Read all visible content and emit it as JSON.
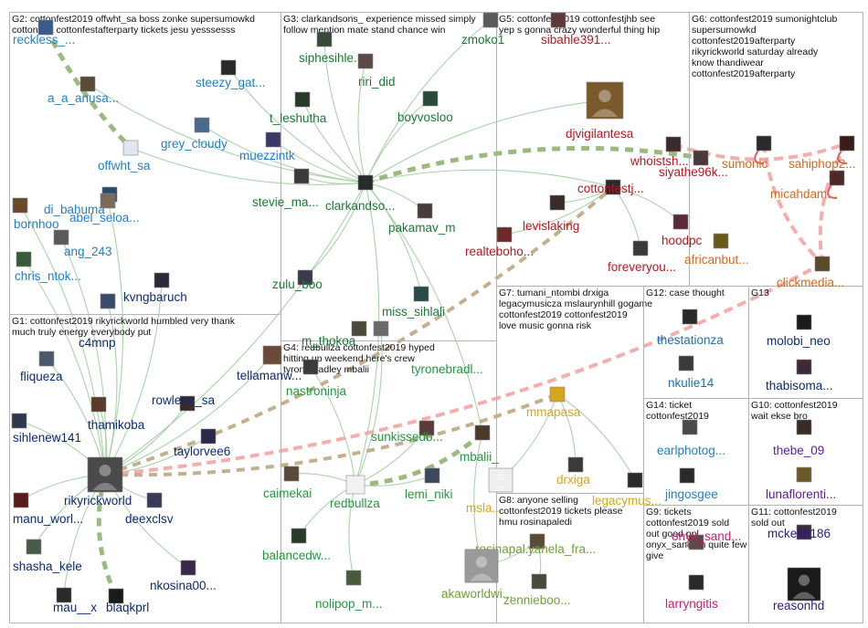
{
  "title": "",
  "palette": {
    "G1": "#0b2a78",
    "G2": "#1d7fcf",
    "G3": "#1a7a33",
    "G4": "#1f9a3a",
    "G5": "#c0141e",
    "G6": "#d9661c",
    "G7": "#d6a51c",
    "G8": "#6fa038",
    "G9": "#d11a6a",
    "G10": "#5a1aa6",
    "G11": "#2a1a8a",
    "G12": "#1f6fb0",
    "G13": "#0b2a78",
    "G14": "#1d7fcf",
    "edge_light": "#9fcf9f",
    "edge_heavy": "#8aae6a",
    "edge_tan": "#b7a27a",
    "edge_pink": "#f2a0a0",
    "edge_red": "#e06060"
  },
  "groups": [
    {
      "id": "G1",
      "caption": "G1: cottonfest2019 rikyrickworld humbled very thank much truly energy everybody put"
    },
    {
      "id": "G2",
      "caption": "G2: cottonfest2019 offwht_sa boss zonke supersumowkd cottonfest cottonfestafterparty tickets jesu yesssesss"
    },
    {
      "id": "G3",
      "caption": "G3: clarkandsons_ experience missed simply follow mention mate stand chance win"
    },
    {
      "id": "G4",
      "caption": "G4: redbullza cottonfest2019 hyped hitting up weekend here's crew tyronebradley mbalii"
    },
    {
      "id": "G5",
      "caption": "G5: cottonfest2019 cottonfestjhb see yep s gonna crazy wonderful thing hip"
    },
    {
      "id": "G6",
      "caption": "G6: cottonfest2019 sumonightclub supersumowkd cottonfest2019afterparty rikyrickworld saturday already know thandiwear cottonfest2019afterparty"
    },
    {
      "id": "G7",
      "caption": "G7: tumani_ntombi drxiga legacymusicza mslaurynhill gogame cottonfest2019 cottonfest2019 love music gonna risk"
    },
    {
      "id": "G8",
      "caption": "G8: anyone selling cottonfest2019 tickets please hmu rosinapaledi"
    },
    {
      "id": "G9",
      "caption": "G9: tickets cottonfest2019 sold out good ppl onyx_sandton quite few give"
    },
    {
      "id": "G10",
      "caption": "G10: cottonfest2019 wait ekse bro"
    },
    {
      "id": "G11",
      "caption": "G11: cottonfest2019 sold out"
    },
    {
      "id": "G12",
      "caption": "G12: case thought"
    },
    {
      "id": "G13",
      "caption": "G13"
    },
    {
      "id": "G14",
      "caption": "G14: ticket cottonfest2019"
    }
  ],
  "nodes": [
    {
      "id": "reckless",
      "label": "reckless_...",
      "group": "G2",
      "avatar": "#3a5a8a"
    },
    {
      "id": "a_a_anusa",
      "label": "a_a_anusa...",
      "group": "G2",
      "avatar": "#5a4a3a"
    },
    {
      "id": "steezy",
      "label": "steezy_gat...",
      "group": "G2",
      "avatar": "#2a2a2a"
    },
    {
      "id": "grey_cloudy",
      "label": "grey_cloudy",
      "group": "G2",
      "avatar": "#4a6a8a"
    },
    {
      "id": "offwht",
      "label": "offwht_sa",
      "group": "G2",
      "avatar": "#dfe8f0"
    },
    {
      "id": "muezzintk",
      "label": "muezzintk",
      "group": "G2",
      "avatar": "#3a3a6a"
    },
    {
      "id": "bornhoo",
      "label": "bornhoo",
      "group": "G2",
      "avatar": "#6a4a2a"
    },
    {
      "id": "di_bahuma",
      "label": "di_bahuma",
      "group": "G2",
      "avatar": "#2a4a6a"
    },
    {
      "id": "abel_seloa",
      "label": "abel_seloa...",
      "group": "G2",
      "avatar": "#7a6a5a"
    },
    {
      "id": "ang_243",
      "label": "ang_243",
      "group": "G2",
      "avatar": "#5a5a5a"
    },
    {
      "id": "chris_ntok",
      "label": "chris_ntok...",
      "group": "G2",
      "avatar": "#3a5a3a"
    },
    {
      "id": "kvngbaruch",
      "label": "kvngbaruch",
      "group": "G1",
      "avatar": "#2a2a3a"
    },
    {
      "id": "c4mnp",
      "label": "c4mnp",
      "group": "G1",
      "avatar": "#3a4a6a"
    },
    {
      "id": "fliqueza",
      "label": "fliqueza",
      "group": "G1",
      "avatar": "#4a5a6a"
    },
    {
      "id": "sihlenew141",
      "label": "sihlenew141",
      "group": "G1",
      "avatar": "#2a3a4a"
    },
    {
      "id": "thamikoba",
      "label": "thamikoba",
      "group": "G1",
      "avatar": "#5a3a2a"
    },
    {
      "id": "rowlene_sa",
      "label": "rowlene_sa",
      "group": "G1",
      "avatar": "#3a2a2a"
    },
    {
      "id": "tellamanw",
      "label": "tellamanw...",
      "group": "G1",
      "avatar": "#6a4a3a"
    },
    {
      "id": "taylorvee6",
      "label": "taylorvee6",
      "group": "G1",
      "avatar": "#2a2a4a"
    },
    {
      "id": "rikyrickworld",
      "label": "rikyrickworld",
      "group": "G1",
      "avatar": "#4a4a4a"
    },
    {
      "id": "manu_worl",
      "label": "manu_worl...",
      "group": "G1",
      "avatar": "#5a1a1a"
    },
    {
      "id": "deexclsv",
      "label": "deexclsv",
      "group": "G1",
      "avatar": "#3a3a5a"
    },
    {
      "id": "shasha_kele",
      "label": "shasha_kele",
      "group": "G1",
      "avatar": "#4a5a4a"
    },
    {
      "id": "nkosina00",
      "label": "nkosina00...",
      "group": "G1",
      "avatar": "#3a2a4a"
    },
    {
      "id": "mau_x",
      "label": "mau__x",
      "group": "G1",
      "avatar": "#2a2a2a"
    },
    {
      "id": "blaqkprl",
      "label": "blaqkprl",
      "group": "G1",
      "avatar": "#1a1a1a"
    },
    {
      "id": "siphesihle",
      "label": "siphesihle...",
      "group": "G3",
      "avatar": "#3a4a3a"
    },
    {
      "id": "riri_did",
      "label": "riri_did",
      "group": "G3",
      "avatar": "#5a4a4a"
    },
    {
      "id": "t_leshutha",
      "label": "t_leshutha",
      "group": "G3",
      "avatar": "#2a3a2a"
    },
    {
      "id": "boyvosloo",
      "label": "boyvosloo",
      "group": "G3",
      "avatar": "#2a4a3a"
    },
    {
      "id": "zmoko1",
      "label": "zmoko1",
      "group": "G3",
      "avatar": "#5a5a5a"
    },
    {
      "id": "stevie_ma",
      "label": "stevie_ma...",
      "group": "G3",
      "avatar": "#3a3a3a"
    },
    {
      "id": "clarkandso",
      "label": "clarkandso...",
      "group": "G3",
      "avatar": "#2a2a2a"
    },
    {
      "id": "pakamav_m",
      "label": "pakamav_m",
      "group": "G3",
      "avatar": "#4a3a3a"
    },
    {
      "id": "zulu_boo",
      "label": "zulu_boo",
      "group": "G3",
      "avatar": "#3a3a4a"
    },
    {
      "id": "miss_sihlali",
      "label": "miss_sihlali",
      "group": "G3",
      "avatar": "#2a4a4a"
    },
    {
      "id": "m_thokoa",
      "label": "m_thokoa",
      "group": "G3",
      "avatar": "#4a4a3a"
    },
    {
      "id": "nastroninja",
      "label": "nastroninja",
      "group": "G4",
      "avatar": "#3a3a3a"
    },
    {
      "id": "tyronebradl",
      "label": "tyronebradl...",
      "group": "G4",
      "avatar": "#6a6a6a"
    },
    {
      "id": "sunkissedb",
      "label": "sunkissedb...",
      "group": "G4",
      "avatar": "#5a3a3a"
    },
    {
      "id": "mbalii",
      "label": "mbalii_",
      "group": "G4",
      "avatar": "#4a3a2a"
    },
    {
      "id": "caimekai",
      "label": "caimekai",
      "group": "G4",
      "avatar": "#5a4a3a"
    },
    {
      "id": "redbullza",
      "label": "redbullza",
      "group": "G4",
      "avatar": "#f2f2f2"
    },
    {
      "id": "lemi_niki",
      "label": "lemi_niki",
      "group": "G4",
      "avatar": "#3a4a5a"
    },
    {
      "id": "balancedw",
      "label": "balancedw...",
      "group": "G4",
      "avatar": "#2a3a2a"
    },
    {
      "id": "nolipop_m",
      "label": "nolipop_m...",
      "group": "G4",
      "avatar": "#4a5a3a"
    },
    {
      "id": "sibahle391",
      "label": "sibahle391...",
      "group": "G5",
      "avatar": "#5a3a3a"
    },
    {
      "id": "djvigilantesa",
      "label": "djvigilantesa",
      "group": "G5",
      "avatar": "#7a5a2a"
    },
    {
      "id": "whoistsh",
      "label": "whoistsh...",
      "group": "G5",
      "avatar": "#3a2a2a"
    },
    {
      "id": "siyathe96k",
      "label": "siyathe96k...",
      "group": "G5",
      "avatar": "#4a3a3a"
    },
    {
      "id": "cottonfestj",
      "label": "cottonfestj...",
      "group": "G5",
      "avatar": "#2a2a2a"
    },
    {
      "id": "levislaking",
      "label": "levislaking",
      "group": "G5",
      "avatar": "#3a2a2a"
    },
    {
      "id": "realteboho",
      "label": "realteboho...",
      "group": "G5",
      "avatar": "#6a2a2a"
    },
    {
      "id": "hoodpc",
      "label": "hoodpc",
      "group": "G5",
      "avatar": "#5a2a3a"
    },
    {
      "id": "foreveryou",
      "label": "foreveryou...",
      "group": "G5",
      "avatar": "#3a3a3a"
    },
    {
      "id": "sumonic",
      "label": "sumonic",
      "group": "G6",
      "avatar": "#2a2a2a"
    },
    {
      "id": "sahiphop2",
      "label": "sahiphop2...",
      "group": "G6",
      "avatar": "#3a1a1a"
    },
    {
      "id": "micahdam",
      "label": "micahdam...",
      "group": "G6",
      "avatar": "#4a2a2a"
    },
    {
      "id": "africanbut",
      "label": "africanbut...",
      "group": "G6",
      "avatar": "#6a5a1a"
    },
    {
      "id": "clickmedia",
      "label": "clickmedia...",
      "group": "G6",
      "avatar": "#5a4a2a"
    },
    {
      "id": "mmapasa",
      "label": "mmapasa",
      "group": "G7",
      "avatar": "#d6a51c"
    },
    {
      "id": "drxiga",
      "label": "drxiga",
      "group": "G7",
      "avatar": "#3a3a3a"
    },
    {
      "id": "legacymus",
      "label": "legacymus...",
      "group": "G7",
      "avatar": "#2a2a2a"
    },
    {
      "id": "msla",
      "label": "msla...",
      "group": "G7",
      "avatar": "#eeeeee"
    },
    {
      "id": "rosinapal",
      "label": "rosinapal...",
      "group": "G8",
      "avatar": "#cccccc"
    },
    {
      "id": "yanela_fra",
      "label": "yanela_fra...",
      "group": "G8",
      "avatar": "#5a4a3a"
    },
    {
      "id": "akaworldwi",
      "label": "akaworldwi...",
      "group": "G8",
      "avatar": "#9a9a9a"
    },
    {
      "id": "zennieboo",
      "label": "zennieboo...",
      "group": "G8",
      "avatar": "#4a4a3a"
    },
    {
      "id": "thestationza",
      "label": "thestationza",
      "group": "G12",
      "avatar": "#2a2a2a"
    },
    {
      "id": "nkulie14",
      "label": "nkulie14",
      "group": "G12",
      "avatar": "#3a3a3a"
    },
    {
      "id": "molobi_neo",
      "label": "molobi_neo",
      "group": "G13",
      "avatar": "#1a1a1a"
    },
    {
      "id": "thabisoma",
      "label": "thabisoma...",
      "group": "G13",
      "avatar": "#3a2a3a"
    },
    {
      "id": "earlphotog",
      "label": "earlphotog...",
      "group": "G14",
      "avatar": "#4a4a4a"
    },
    {
      "id": "jingosgee",
      "label": "jingosgee",
      "group": "G14",
      "avatar": "#2a2a2a"
    },
    {
      "id": "thebe_09",
      "label": "thebe_09",
      "group": "G10",
      "avatar": "#3a2a2a"
    },
    {
      "id": "lunaflorenti",
      "label": "lunaflorenti...",
      "group": "G10",
      "avatar": "#6a5a2a"
    },
    {
      "id": "onyx_sand",
      "label": "onyx_sand...",
      "group": "G9",
      "avatar": "#5a4a4a"
    },
    {
      "id": "larryngitis",
      "label": "larryngitis",
      "group": "G9",
      "avatar": "#2a2a2a"
    },
    {
      "id": "mckeith186",
      "label": "mckeith186",
      "group": "G11",
      "avatar": "#3a2a3a"
    },
    {
      "id": "reasonhd",
      "label": "reasonhd",
      "group": "G11",
      "avatar": "#1a1a1a"
    }
  ],
  "edges_heavy": [
    [
      "reckless",
      "offwht"
    ],
    [
      "rikyrickworld",
      "blaqkprl"
    ],
    [
      "rikyrickworld",
      "mmapasa"
    ],
    [
      "rikyrickworld",
      "cottonfestj"
    ],
    [
      "rikyrickworld",
      "clickmedia"
    ],
    [
      "redbullza",
      "mbalii"
    ],
    [
      "clarkandso",
      "siyathe96k"
    ],
    [
      "sumonic",
      "clickmedia"
    ],
    [
      "sahiphop2",
      "clickmedia"
    ],
    [
      "whoistsh",
      "sahiphop2"
    ]
  ],
  "edges_light": [
    [
      "offwht",
      "clarkandso"
    ],
    [
      "grey_cloudy",
      "clarkandso"
    ],
    [
      "muezzintk",
      "clarkandso"
    ],
    [
      "steezy",
      "clarkandso"
    ],
    [
      "a_a_anusa",
      "clarkandso"
    ],
    [
      "t_leshutha",
      "clarkandso"
    ],
    [
      "riri_did",
      "clarkandso"
    ],
    [
      "siphesihle",
      "clarkandso"
    ],
    [
      "boyvosloo",
      "clarkandso"
    ],
    [
      "stevie_ma",
      "clarkandso"
    ],
    [
      "pakamav_m",
      "clarkandso"
    ],
    [
      "zulu_boo",
      "clarkandso"
    ],
    [
      "zmoko1",
      "clarkandso"
    ],
    [
      "miss_sihlali",
      "clarkandso"
    ],
    [
      "djvigilantesa",
      "clarkandso"
    ],
    [
      "rikyrickworld",
      "fliqueza"
    ],
    [
      "rikyrickworld",
      "sihlenew141"
    ],
    [
      "rikyrickworld",
      "thamikoba"
    ],
    [
      "rikyrickworld",
      "rowlene_sa"
    ],
    [
      "rikyrickworld",
      "tellamanw"
    ],
    [
      "rikyrickworld",
      "taylorvee6"
    ],
    [
      "rikyrickworld",
      "kvngbaruch"
    ],
    [
      "rikyrickworld",
      "c4mnp"
    ],
    [
      "rikyrickworld",
      "manu_worl"
    ],
    [
      "rikyrickworld",
      "deexclsv"
    ],
    [
      "rikyrickworld",
      "shasha_kele"
    ],
    [
      "rikyrickworld",
      "nkosina00"
    ],
    [
      "rikyrickworld",
      "mau_x"
    ],
    [
      "rikyrickworld",
      "chris_ntok"
    ],
    [
      "rikyrickworld",
      "ang_243"
    ],
    [
      "rikyrickworld",
      "abel_seloa"
    ],
    [
      "rikyrickworld",
      "bornhoo"
    ],
    [
      "rikyrickworld",
      "clarkandso"
    ],
    [
      "redbullza",
      "caimekai"
    ],
    [
      "redbullza",
      "lemi_niki"
    ],
    [
      "redbullza",
      "sunkissedb"
    ],
    [
      "redbullza",
      "nastroninja"
    ],
    [
      "redbullza",
      "tyronebradl"
    ],
    [
      "redbullza",
      "balancedw"
    ],
    [
      "redbullza",
      "nolipop_m"
    ],
    [
      "redbullza",
      "clarkandso"
    ],
    [
      "mbalii",
      "akaworldwi"
    ],
    [
      "mbalii",
      "clarkandso"
    ],
    [
      "levislaking",
      "cottonfestj"
    ],
    [
      "realteboho",
      "cottonfestj"
    ],
    [
      "hoodpc",
      "cottonfestj"
    ],
    [
      "foreveryou",
      "cottonfestj"
    ],
    [
      "cottonfestj",
      "clarkandso"
    ],
    [
      "drxiga",
      "mmapasa"
    ],
    [
      "legacymus",
      "mmapasa"
    ],
    [
      "msla",
      "mmapasa"
    ],
    [
      "rosinapal",
      "yanela_fra"
    ],
    [
      "zennieboo",
      "yanela_fra"
    ]
  ]
}
